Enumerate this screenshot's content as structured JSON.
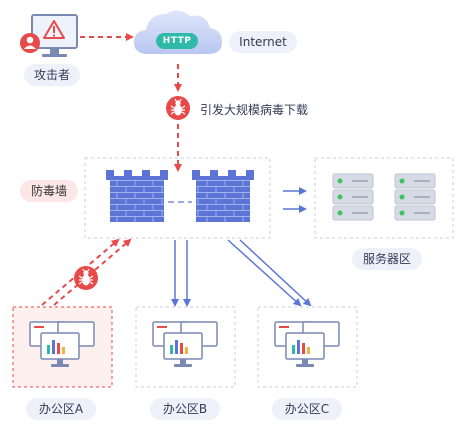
{
  "nodes": {
    "attacker": {
      "label": "攻击者"
    },
    "protocol": {
      "label": "HTTP"
    },
    "internet": {
      "label": "Internet"
    },
    "threat": {
      "label": "引发大规模病毒下载"
    },
    "firewall": {
      "label": "防毒墙"
    },
    "servers": {
      "label": "服务器区"
    },
    "office_a": {
      "label": "办公区A"
    },
    "office_b": {
      "label": "办公区B"
    },
    "office_c": {
      "label": "办公区C"
    }
  },
  "colors": {
    "attack": "#e84a4a",
    "flow": "#5a77d6",
    "brick": "#5b74d6",
    "accent_green": "#2fb9a9",
    "dashed_box": "#c9cde4"
  }
}
